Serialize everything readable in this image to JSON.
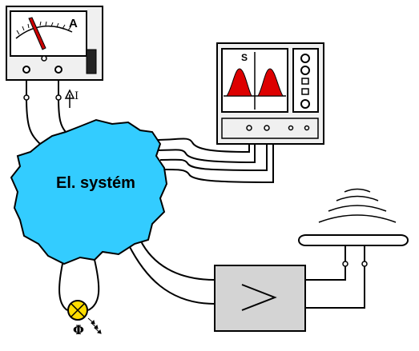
{
  "system": {
    "label": "El. systém",
    "fill": "#33ccff"
  },
  "ammeter": {
    "unit_label": "A",
    "needle_color": "#cc0000",
    "body_color": "#f0f0f0"
  },
  "current": {
    "label": "I"
  },
  "oscilloscope": {
    "channel_label": "S",
    "waveform_color": "#dd0000",
    "body_color": "#f0f0f0"
  },
  "amplifier": {
    "symbol": ">",
    "body_color": "#d4d4d4"
  },
  "lamp": {
    "label": "Φ",
    "fill": "#ffdd00"
  },
  "colors": {
    "line": "#000000",
    "background": "#ffffff"
  }
}
